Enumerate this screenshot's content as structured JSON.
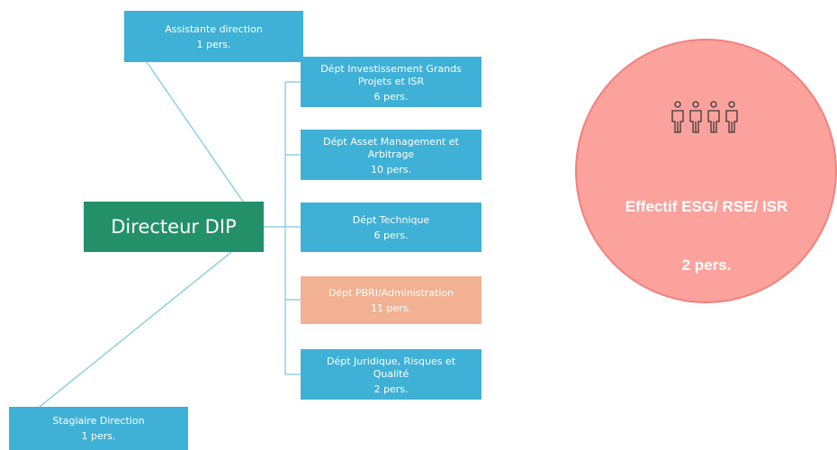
{
  "org_chart": {
    "director": {
      "label": "Directeur DIP"
    },
    "assistant": {
      "name": "Assistante direction",
      "count": "1 pers."
    },
    "intern": {
      "name": "Stagiaire Direction",
      "count": "1 pers."
    },
    "departments": [
      {
        "name": "Dépt Investissement Grands Projets et ISR",
        "count": "6 pers.",
        "color": "#3fb0d6"
      },
      {
        "name": "Dépt Asset Management et Arbitrage",
        "count": "10 pers.",
        "color": "#3fb0d6"
      },
      {
        "name": "Dépt Technique",
        "count": "6 pers.",
        "color": "#3fb0d6"
      },
      {
        "name": "Dépt PBRI/Administration",
        "count": "11 pers.",
        "color": "#f1b192"
      },
      {
        "name": "Dépt Juridique, Risques et Qualité",
        "count": "2 pers.",
        "color": "#3fb0d6"
      }
    ],
    "colors": {
      "director": "#23906a",
      "department": "#3fb0d6",
      "highlight_department": "#f1b192",
      "connector": "#8fd0e6"
    }
  },
  "esg_team": {
    "icon": "people-group-icon",
    "title": "Effectif ESG/ RSE/ ISR",
    "count": "2 pers.",
    "colors": {
      "fill": "#fca29c",
      "border": "#f47f7c"
    }
  }
}
